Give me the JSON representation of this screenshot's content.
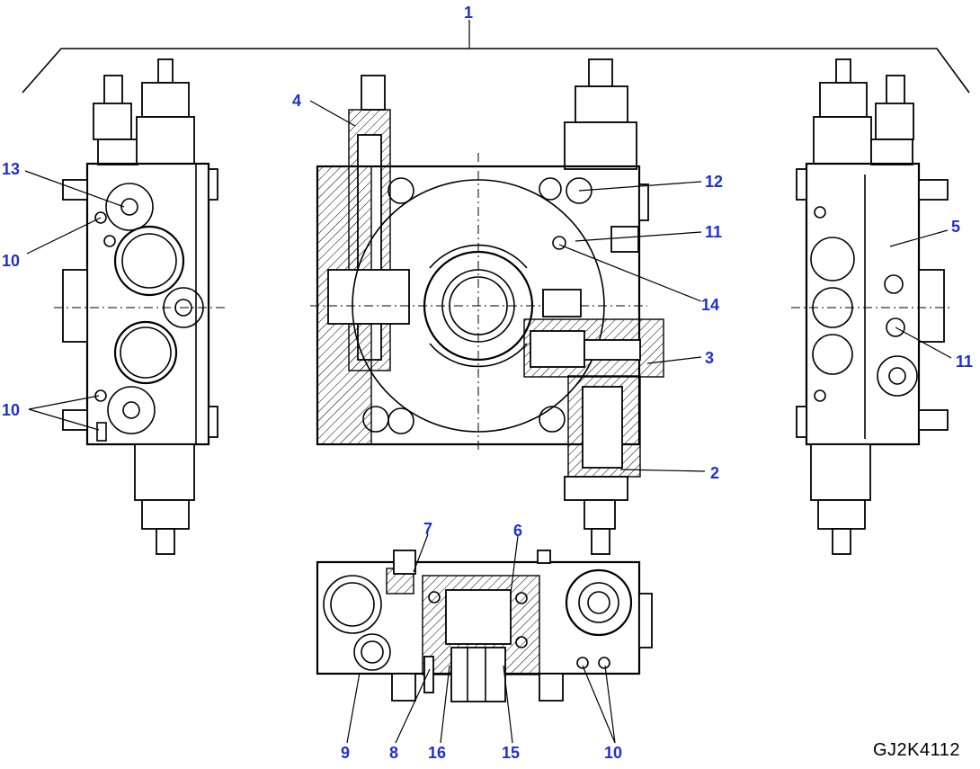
{
  "figure": {
    "reference_code": "GJ2K4112",
    "callouts": [
      {
        "id": "c1",
        "label": "1"
      },
      {
        "id": "c2",
        "label": "2"
      },
      {
        "id": "c3",
        "label": "3"
      },
      {
        "id": "c4",
        "label": "4"
      },
      {
        "id": "c5",
        "label": "5"
      },
      {
        "id": "c6",
        "label": "6"
      },
      {
        "id": "c7",
        "label": "7"
      },
      {
        "id": "c8",
        "label": "8"
      },
      {
        "id": "c9",
        "label": "9"
      },
      {
        "id": "c10a",
        "label": "10"
      },
      {
        "id": "c10b",
        "label": "10"
      },
      {
        "id": "c10c",
        "label": "10"
      },
      {
        "id": "c11a",
        "label": "11"
      },
      {
        "id": "c11b",
        "label": "11"
      },
      {
        "id": "c12",
        "label": "12"
      },
      {
        "id": "c13",
        "label": "13"
      },
      {
        "id": "c14",
        "label": "14"
      },
      {
        "id": "c15",
        "label": "15"
      },
      {
        "id": "c16",
        "label": "16"
      }
    ],
    "colors": {
      "callout": "#1f2fd0",
      "line": "#000000",
      "background": "#ffffff"
    }
  }
}
